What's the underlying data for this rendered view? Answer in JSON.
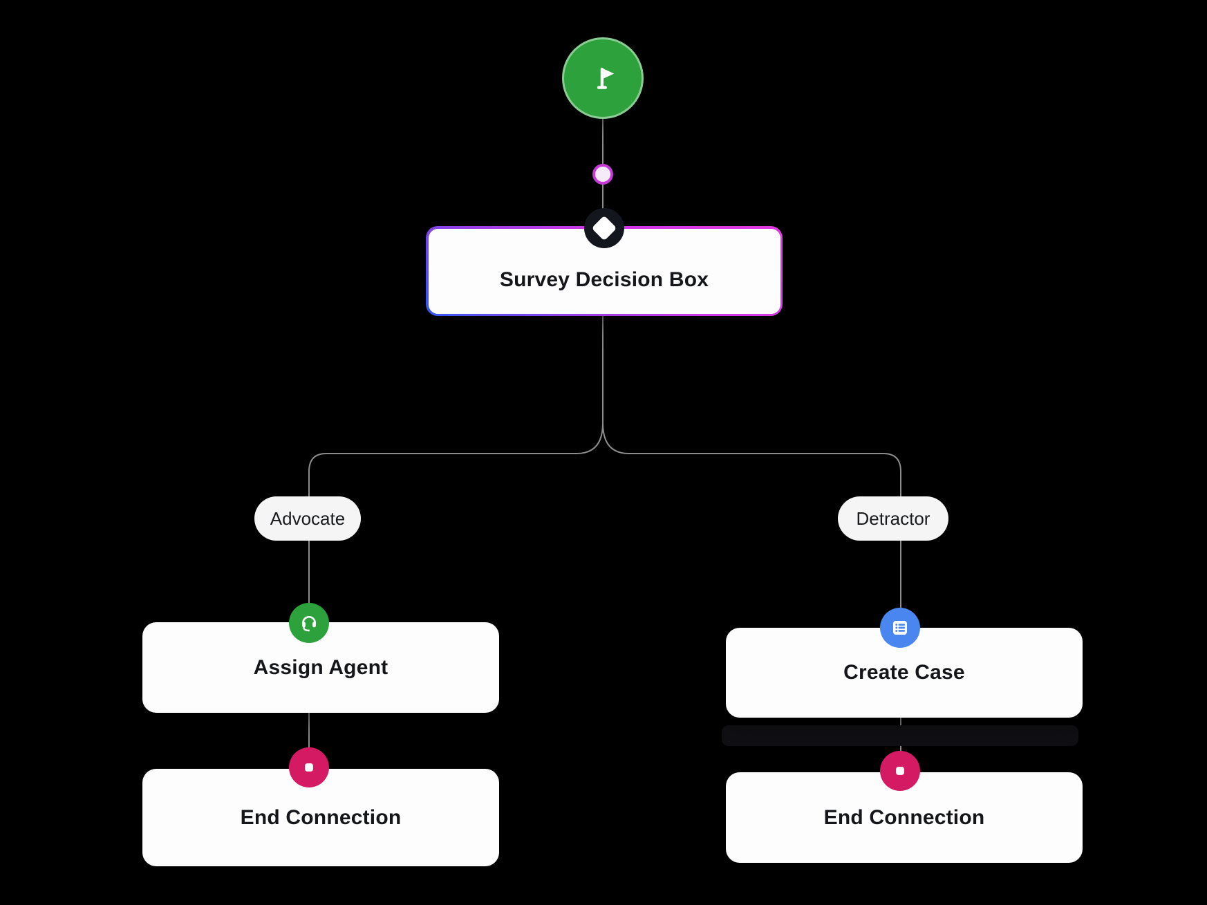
{
  "canvas": {
    "background": "#000000",
    "connector_color": "#8c8c8c"
  },
  "start_node": {
    "icon": "flag-icon",
    "color": "#2da13c"
  },
  "connector_dot": {
    "border_color": "#c63ad8",
    "fill": "#f6ebf9"
  },
  "decision_node": {
    "title": "Survey Decision Box",
    "icon": "diamond-icon",
    "badge_color": "#14161e",
    "border_gradient_start": "#e13ae1",
    "border_gradient_end": "#3558f0"
  },
  "branches": [
    {
      "label": "Advocate",
      "node": {
        "title": "Assign Agent",
        "icon": "headset-icon",
        "icon_color": "#2da13c"
      },
      "end": {
        "title": "End Connection",
        "icon": "stop-icon",
        "icon_color": "#d41a62"
      }
    },
    {
      "label": "Detractor",
      "node": {
        "title": "Create Case",
        "icon": "list-icon",
        "icon_color": "#4a86ef"
      },
      "end": {
        "title": "End Connection",
        "icon": "stop-icon",
        "icon_color": "#d41a62"
      }
    }
  ]
}
